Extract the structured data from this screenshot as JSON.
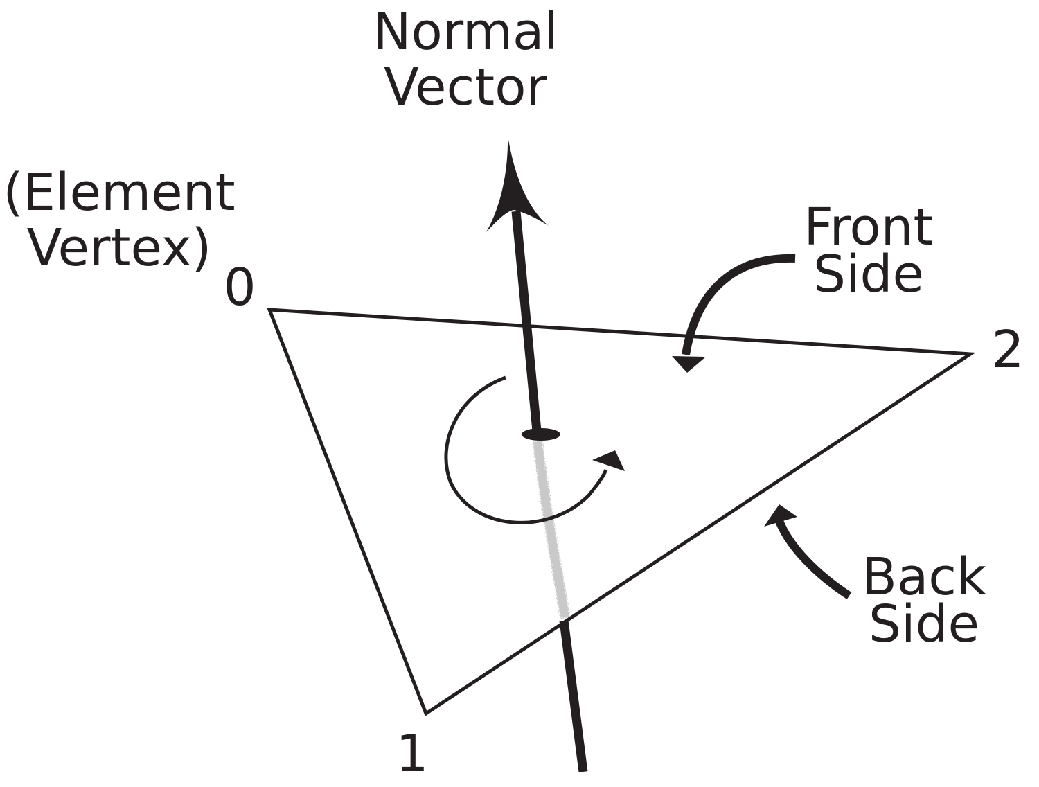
{
  "labels": {
    "normal_line1": "Normal",
    "normal_line2": "Vector",
    "element_line1": "(Element",
    "element_line2": "Vertex)",
    "front_line1": "Front",
    "front_line2": "Side",
    "back_line1": "Back",
    "back_line2": "Side",
    "vertex0": "0",
    "vertex1": "1",
    "vertex2": "2"
  },
  "colors": {
    "ink": "#231f20",
    "background": "#ffffff",
    "pierce_shadow": "#c9c9c9"
  }
}
